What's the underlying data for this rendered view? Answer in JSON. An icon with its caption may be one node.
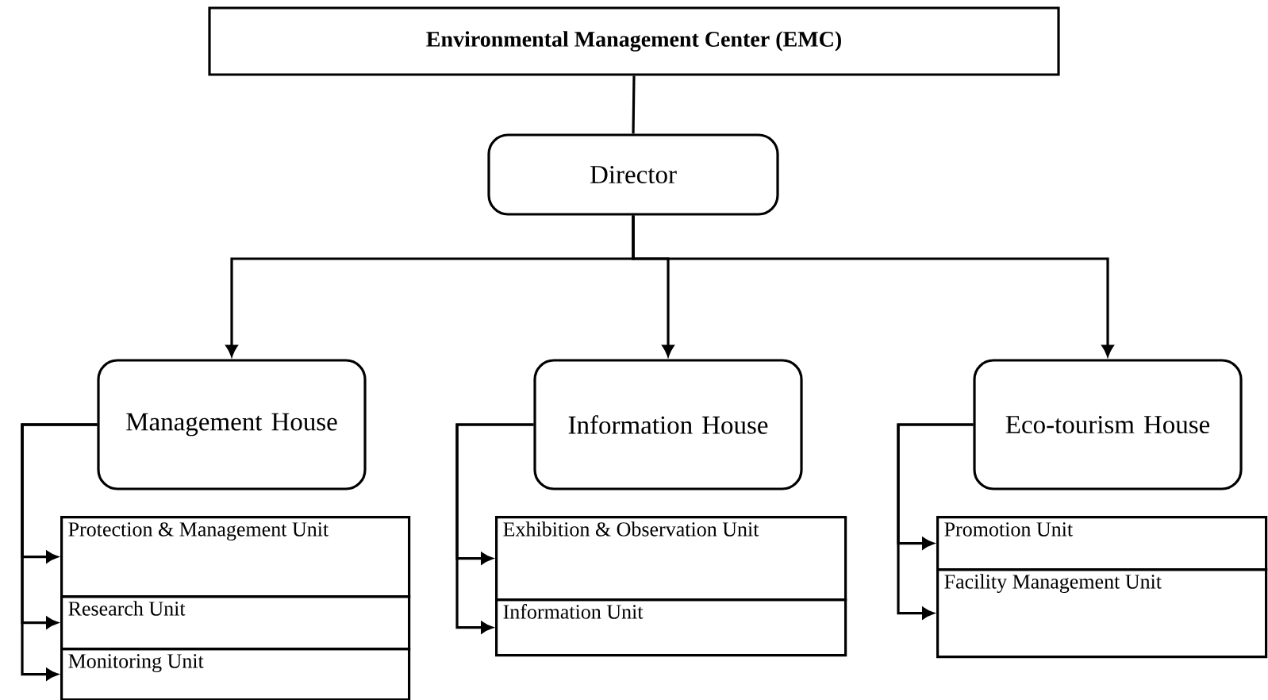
{
  "diagram": {
    "nodes": [
      {
        "text": [
          "Environmental Management Center (EMC)"
        ]
      },
      {
        "text": [
          "Director"
        ]
      },
      {
        "text": [
          "Management House"
        ]
      },
      {
        "text": [
          "Information House"
        ]
      },
      {
        "text": [
          "Eco-tourism House"
        ]
      },
      {
        "text": [
          "Protection & Management Unit"
        ]
      },
      {
        "text": [
          "Research Unit"
        ]
      },
      {
        "text": [
          "Monitoring Unit"
        ]
      },
      {
        "text": [
          "Exhibition & Observation Unit"
        ]
      },
      {
        "text": [
          "Information Unit"
        ]
      },
      {
        "text": [
          "Promotion Unit"
        ]
      },
      {
        "text": [
          "Facility Management Unit"
        ]
      }
    ],
    "edges": [
      {
        "from": 0,
        "to": 1,
        "arrow": "none"
      },
      {
        "from": 1,
        "to": 2,
        "arrow": "to"
      },
      {
        "from": 1,
        "to": 3,
        "arrow": "to"
      },
      {
        "from": 1,
        "to": 4,
        "arrow": "to"
      },
      {
        "from": 2,
        "to": 5,
        "arrow": "to"
      },
      {
        "from": 2,
        "to": 6,
        "arrow": "to"
      },
      {
        "from": 2,
        "to": 7,
        "arrow": "to"
      },
      {
        "from": 3,
        "to": 8,
        "arrow": "to"
      },
      {
        "from": 3,
        "to": 9,
        "arrow": "to"
      },
      {
        "from": 4,
        "to": 10,
        "arrow": "to"
      },
      {
        "from": 4,
        "to": 11,
        "arrow": "to"
      }
    ]
  }
}
